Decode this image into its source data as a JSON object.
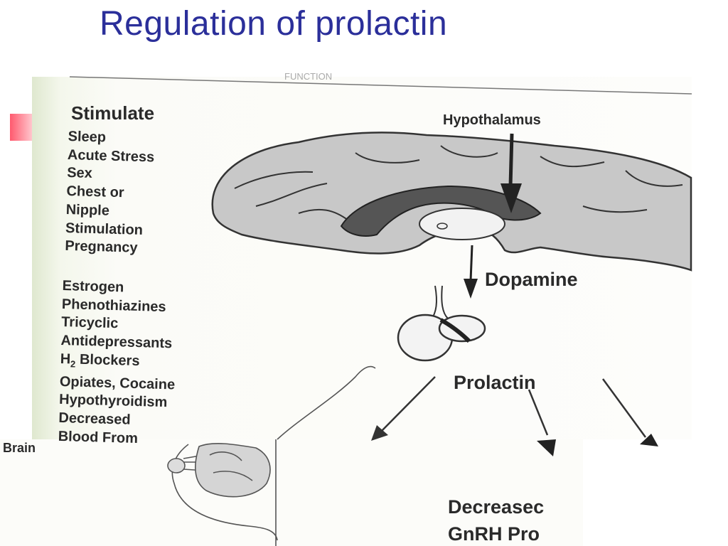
{
  "title": "Regulation of prolactin",
  "diagram": {
    "stimulate_heading": "Stimulate",
    "stimulate_list_1": [
      "Sleep",
      "Acute Stress",
      "Sex",
      "Chest or",
      "Nipple",
      "Stimulation",
      "Pregnancy"
    ],
    "stimulate_list_2": [
      "Estrogen",
      "Phenothiazines",
      "Tricyclic",
      "Antidepressants",
      "H2 Blockers",
      "Opiates, Cocaine",
      "Hypothyroidism",
      "Decreased",
      "Blood From"
    ],
    "brain_label": "Brain",
    "hypothalamus_label": "Hypothalamus",
    "dopamine_label": "Dopamine",
    "prolactin_label": "Prolactin",
    "decreased_label": "Decreasec",
    "gnrh_label": "GnRH Pro",
    "header_fragment": "FUNCTION"
  },
  "colors": {
    "title": "#2b2f9a",
    "accent": "#ff5a6e"
  }
}
